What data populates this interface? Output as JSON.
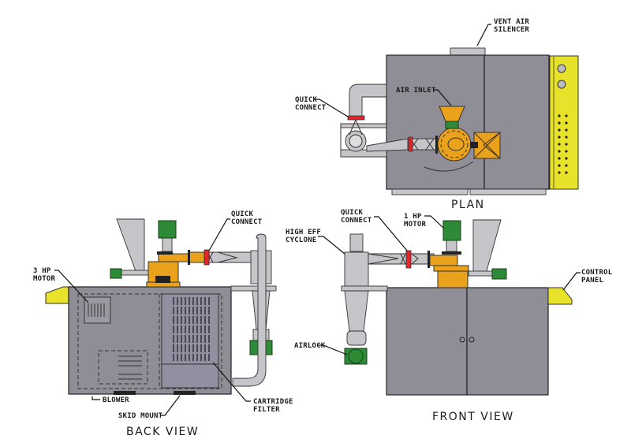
{
  "views": {
    "plan": {
      "title": "PLAN"
    },
    "back": {
      "title": "BACK VIEW"
    },
    "front": {
      "title": "FRONT VIEW"
    }
  },
  "labels": {
    "vent_air_silencer": [
      "VENT AIR",
      "SILENCER"
    ],
    "plan_quick_connect": [
      "QUICK",
      "CONNECT"
    ],
    "air_inlet": "AIR INLET",
    "back_quick_connect": [
      "QUICK",
      "CONNECT"
    ],
    "three_hp_motor": [
      "3 HP",
      "MOTOR"
    ],
    "blower": "BLOWER",
    "skid_mount": "SKID MOUNT",
    "cartridge_filter": [
      "CARTRIDGE",
      "FILTER"
    ],
    "front_quick_connect": [
      "QUICK",
      "CONNECT"
    ],
    "one_hp_motor": [
      "1 HP",
      "MOTOR"
    ],
    "high_eff_cyclone": [
      "HIGH EFF",
      "CYCLONE"
    ],
    "airlock": "AIRLOCK",
    "control_panel": [
      "CONTROL",
      "PANEL"
    ]
  },
  "colors": {
    "cabinet": "#8f8d96",
    "control_panel": "#e8e22a",
    "rotary_valve": "#eaa21c",
    "motor": "#2d8a36",
    "quick_connect": "#e0262a",
    "piping": "#c6c6ca"
  }
}
